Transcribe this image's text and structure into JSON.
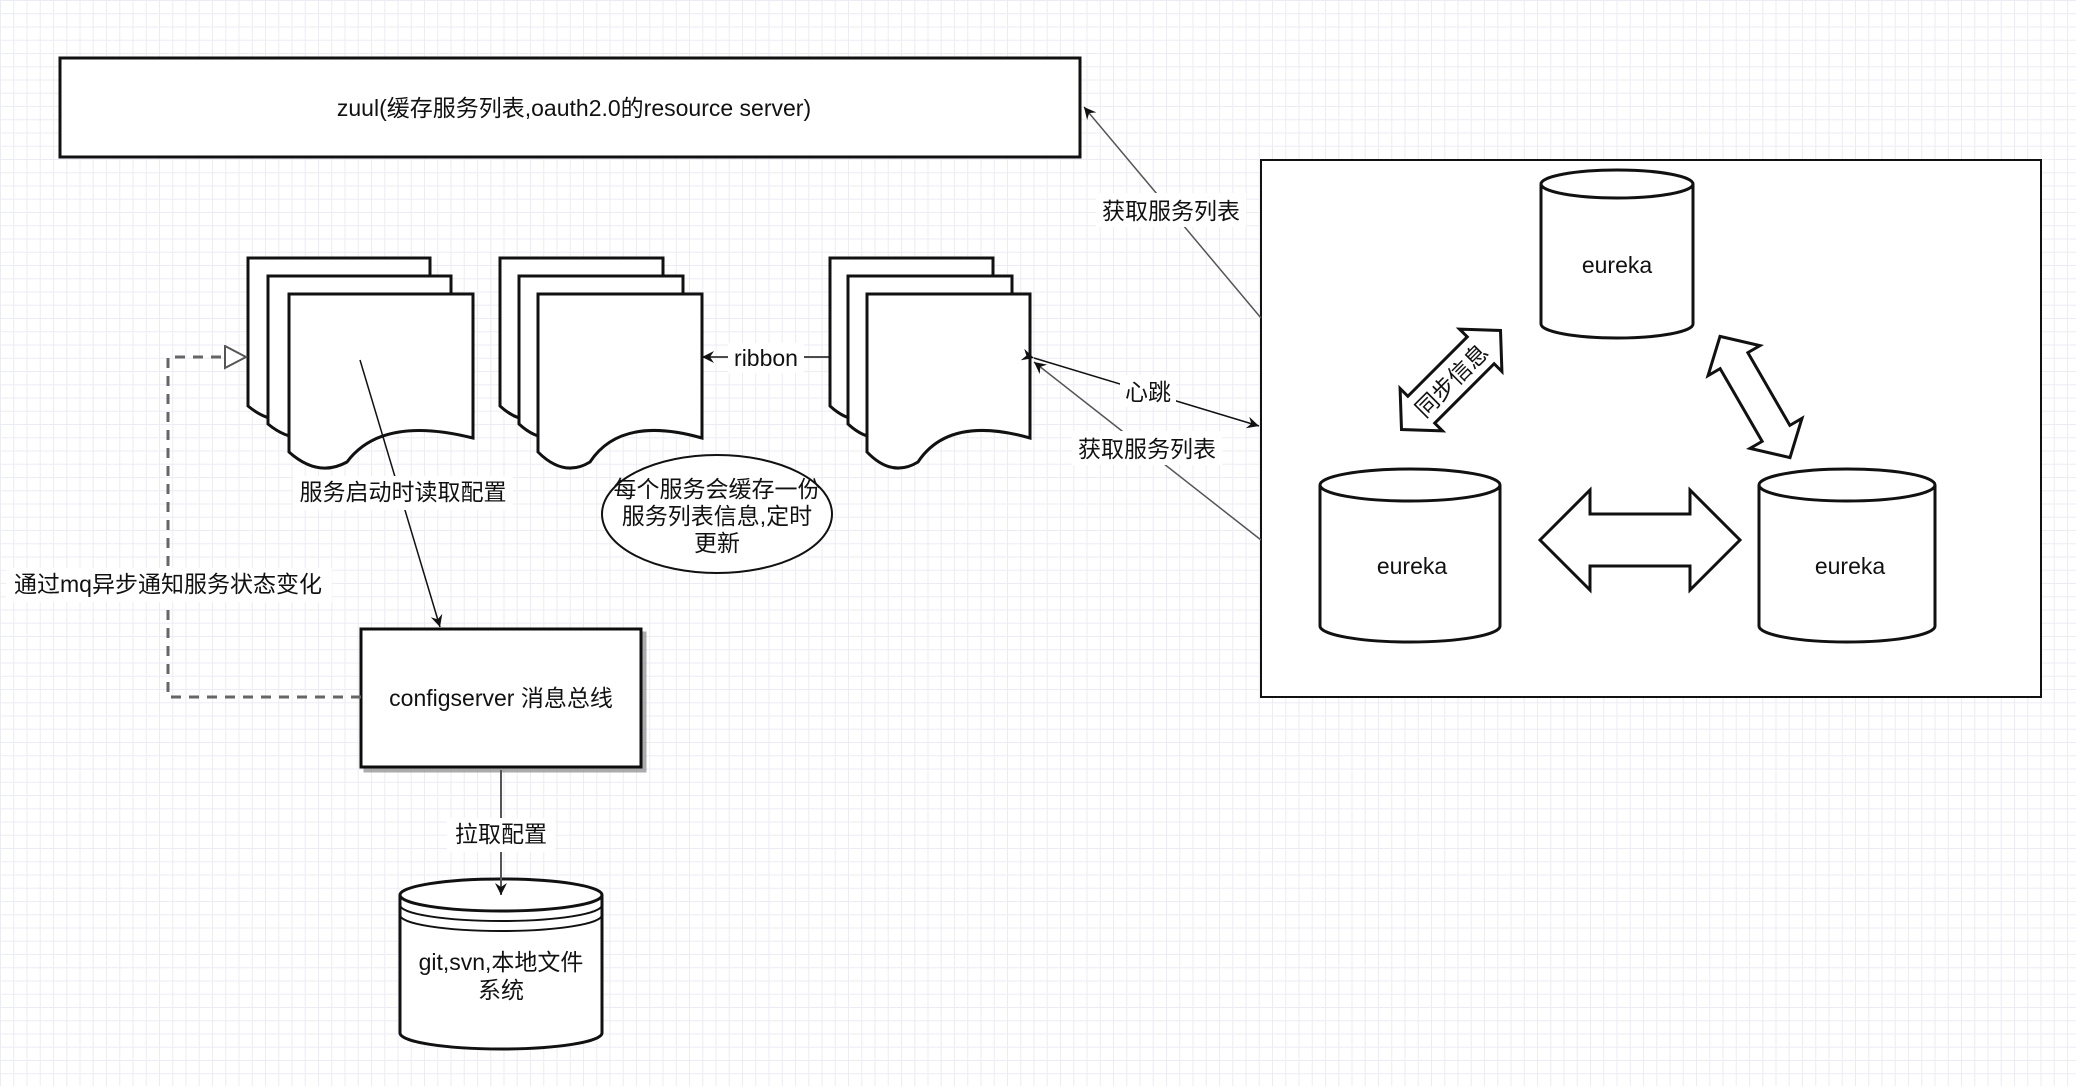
{
  "nodes": {
    "zuul": "zuul(缓存服务列表,oauth2.0的resource server)",
    "eureka_top": "eureka",
    "eureka_left": "eureka",
    "eureka_right": "eureka",
    "configserver": "configserver 消息总线",
    "git_line1": "git,svn,本地文件",
    "git_line2": "系统",
    "note_line1": "每个服务会缓存一份",
    "note_line2": "服务列表信息,定时",
    "note_line3": "更新"
  },
  "edges": {
    "get_services_top": "获取服务列表",
    "get_services_mid": "获取服务列表",
    "heartbeat": "心跳",
    "ribbon": "ribbon",
    "read_config": "服务启动时读取配置",
    "mq_notify": "通过mq异步通知服务状态变化",
    "pull_config": "拉取配置",
    "sync_info": "同步信息"
  }
}
